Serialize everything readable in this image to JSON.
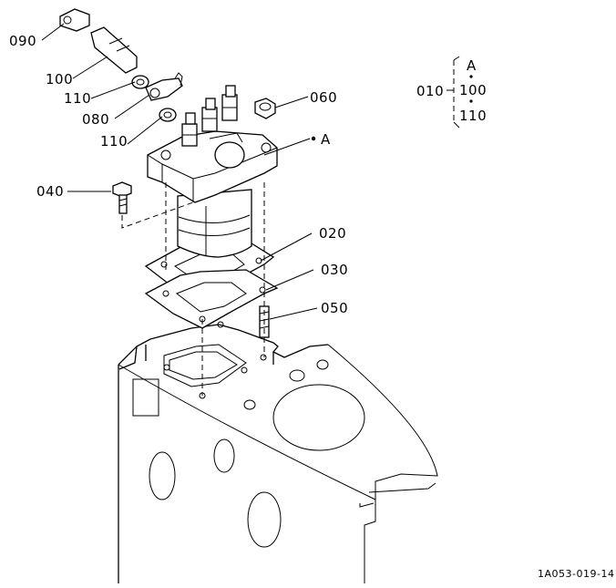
{
  "diagram": {
    "drawing_code": "1A053-019-14",
    "callouts": [
      {
        "id": "c090",
        "label": "090"
      },
      {
        "id": "c100",
        "label": "100"
      },
      {
        "id": "c110a",
        "label": "110"
      },
      {
        "id": "c080",
        "label": "080"
      },
      {
        "id": "c110b",
        "label": "110"
      },
      {
        "id": "c060",
        "label": "060"
      },
      {
        "id": "c040",
        "label": "040"
      },
      {
        "id": "c020",
        "label": "020"
      },
      {
        "id": "c030",
        "label": "030"
      },
      {
        "id": "c050",
        "label": "050"
      },
      {
        "id": "cA",
        "label": "A"
      }
    ],
    "kit": {
      "main": "010",
      "ref": "A",
      "items": [
        "100",
        "110"
      ]
    }
  }
}
